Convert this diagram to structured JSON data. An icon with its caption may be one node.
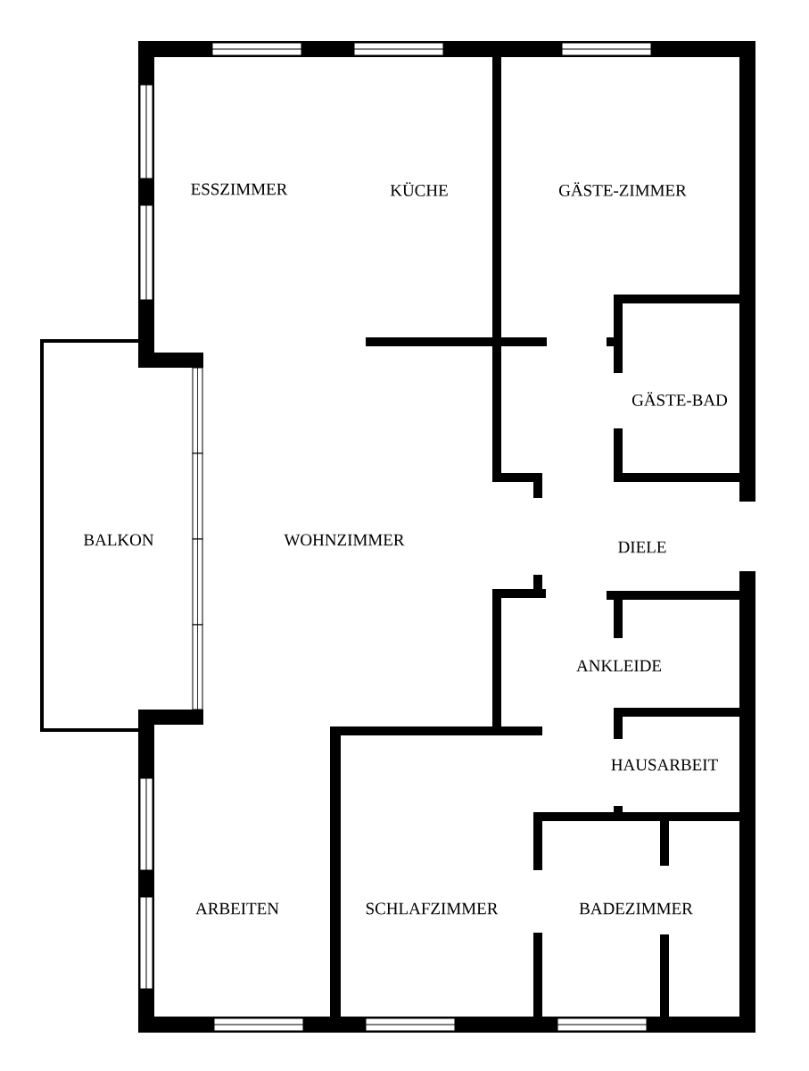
{
  "diagram": {
    "labels": [
      "ESSZIMMER",
      "KÜCHE",
      "GÄSTE-ZIMMER",
      "GÄSTE-BAD",
      "BALKON",
      "WOHNZIMMER",
      "DIELE",
      "ANKLEIDE",
      "HAUSARBEIT",
      "ARBEITEN",
      "SCHLAFZIMMER",
      "BADEZIMMER"
    ]
  }
}
